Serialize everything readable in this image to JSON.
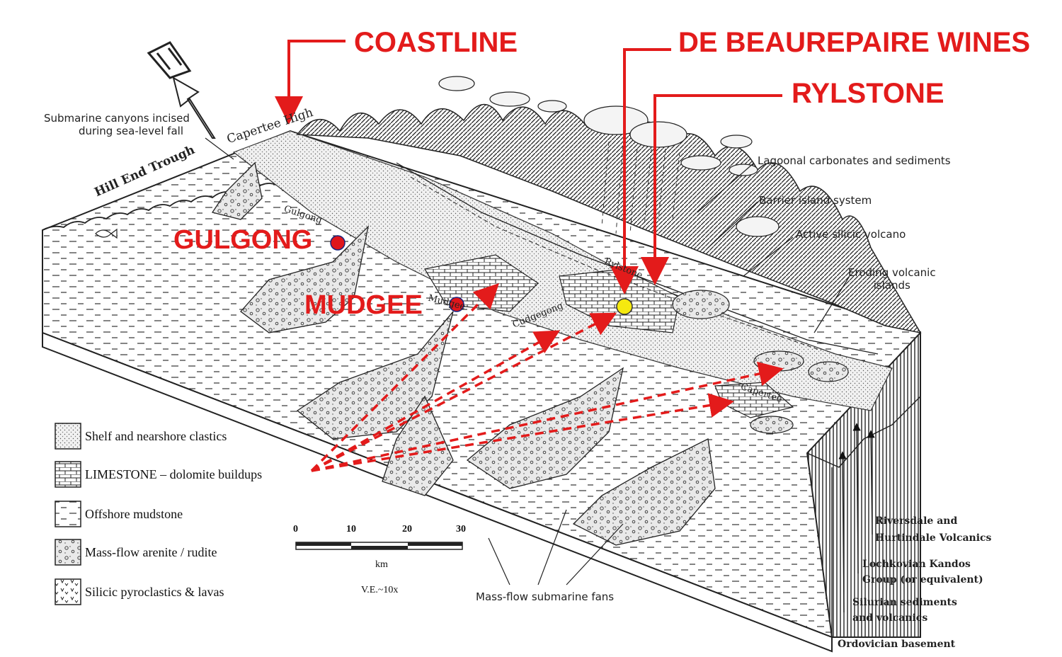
{
  "callouts": {
    "coastline": "COASTLINE",
    "de_beaurepaire": "DE BEAUREPAIRE WINES",
    "rylstone": "RYLSTONE",
    "gulgong": "GULGONG",
    "mudgee": "MUDGEE"
  },
  "annotations": {
    "submarine_canyons": [
      "Submarine canyons incised",
      "during sea-level fall"
    ],
    "capertee_high": "Capertee High",
    "hill_end_trough": "Hill End Trough",
    "lagoonal": "Lagoonal carbonates and sediments",
    "barrier_island": "Barrier island system",
    "active_volcano": "Active silicic volcano",
    "eroding_islands": [
      "Eroding volcanic",
      "islands"
    ],
    "riversdale": [
      "Riversdale and",
      "Hurtindale Volcanics"
    ],
    "lochkovian": [
      "Lochkovian Kandos",
      "Group (or equivalent)"
    ],
    "silurian": [
      "Silurian sediments",
      "and volcanics"
    ],
    "ordovician": "Ordovician basement",
    "mass_flow_fans": "Mass-flow submarine fans",
    "gulgong_map": "Gulgong",
    "mudgee_map": "Mudgee",
    "cudgegong_map": "Cudgegong",
    "rylstone_map": "Rylstone",
    "capertee_map": "Capertee"
  },
  "legend": [
    {
      "label": "Shelf and nearshore clastics",
      "pattern": "dots"
    },
    {
      "label": "LIMESTONE – dolomite buildups",
      "pattern": "bricks"
    },
    {
      "label": "Offshore mudstone",
      "pattern": "dashes"
    },
    {
      "label": "Mass-flow arenite / rudite",
      "pattern": "pebbles"
    },
    {
      "label": "Silicic pyroclastics & lavas",
      "pattern": "vs"
    }
  ],
  "scale": {
    "ticks": [
      "0",
      "10",
      "20",
      "30"
    ],
    "unit": "km",
    "ve": "V.E.~10x"
  },
  "colors": {
    "callout_red": "#e31b1b",
    "marker_red": "#e0161b",
    "marker_yellow": "#f5e90f",
    "ink": "#222222"
  }
}
